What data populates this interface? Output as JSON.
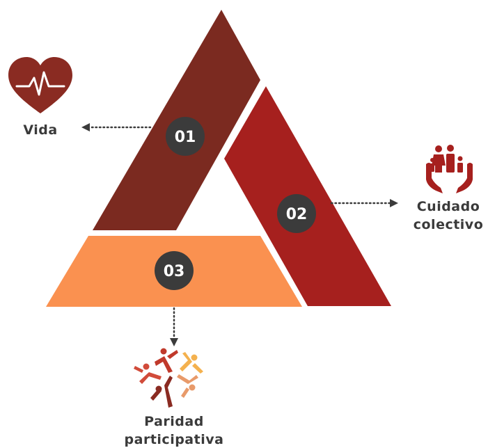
{
  "segments": [
    {
      "number": "01",
      "label": "Vida",
      "color": "#7b2a20"
    },
    {
      "number": "02",
      "label_lines": [
        "Cuidado",
        "colectivo"
      ],
      "color": "#a6201e"
    },
    {
      "number": "03",
      "label_lines": [
        "Paridad",
        "participativa"
      ],
      "color": "#fa9150"
    }
  ],
  "colors": {
    "badge": "#3b3b3b",
    "arrow": "#3b3b3b",
    "label_text": "#3a3a3a",
    "heart": "#8a2b22",
    "hands": "#a6201e",
    "family": "#a6201e",
    "people": [
      "#c0392b",
      "#f4b14e",
      "#e89a6a",
      "#8a2b22",
      "#d14b3a"
    ]
  },
  "icons": {
    "segment_01": "heart-pulse-icon",
    "segment_02": "hands-family-icon",
    "segment_03": "people-circle-icon"
  }
}
